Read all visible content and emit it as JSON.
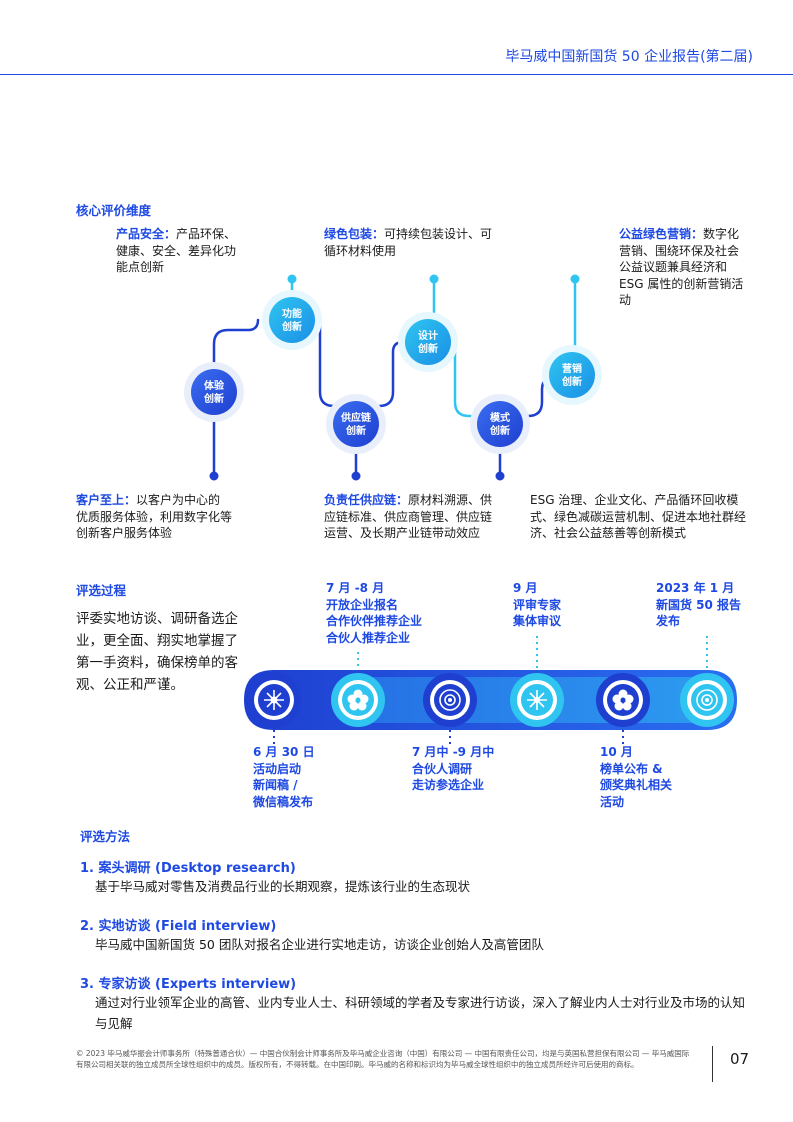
{
  "header": {
    "title": "毕马威中国新国货 50 企业报告(第二届)"
  },
  "core": {
    "title": "核心评价维度",
    "nodes": [
      {
        "line1": "体验",
        "line2": "创新"
      },
      {
        "line1": "功能",
        "line2": "创新"
      },
      {
        "line1": "供应链",
        "line2": "创新"
      },
      {
        "line1": "设计",
        "line2": "创新"
      },
      {
        "line1": "模式",
        "line2": "创新"
      },
      {
        "line1": "营销",
        "line2": "创新"
      }
    ],
    "desc": {
      "product": {
        "label": "产品安全：",
        "text": "产品环保、健康、安全、差异化功能点创新"
      },
      "green": {
        "label": "绿色包装：",
        "text": "可持续包装设计、可循环材料使用"
      },
      "marketing": {
        "label": "公益绿色营销：",
        "text": "数字化营销、围绕环保及社会公益议题兼具经济和 ESG 属性的创新营销活动"
      },
      "customer": {
        "label": "客户至上：",
        "text": "以客户为中心的优质服务体验，利用数字化等创新客户服务体验"
      },
      "supply": {
        "label": "负责任供应链：",
        "text": "原材料溯源、供应链标准、供应商管理、供应链运营、及长期产业链带动效应"
      },
      "esg": {
        "text": "ESG 治理、企业文化、产品循环回收模式、绿色减碳运营机制、促进本地社群经济、社会公益慈善等创新模式"
      }
    }
  },
  "process": {
    "title": "评选过程",
    "desc": "评委实地访谈、调研备选企业，更全面、翔实地掌握了第一手资料，确保榜单的客观、公正和严谨。",
    "top": [
      {
        "lines": [
          "7 月 -8 月",
          "开放企业报名",
          "合作伙伴推荐企业",
          "合伙人推荐企业"
        ]
      },
      {
        "lines": [
          "9 月",
          "评审专家",
          "集体审议"
        ]
      },
      {
        "lines": [
          "2023 年 1 月",
          "新国货 50 报告",
          "发布"
        ]
      }
    ],
    "bottom": [
      {
        "lines": [
          "6 月 30 日",
          "活动启动",
          "新闻稿 /",
          "微信稿发布"
        ]
      },
      {
        "lines": [
          "7 月中 -9 月中",
          "合伙人调研",
          "走访参选企业"
        ]
      },
      {
        "lines": [
          "10 月",
          "榜单公布 &",
          "颁奖典礼相关",
          "活动"
        ]
      }
    ]
  },
  "methods": {
    "title": "评选方法",
    "items": [
      {
        "title": "1. 案头调研 (Desktop research)",
        "desc": "基于毕马威对零售及消费品行业的长期观察，提炼该行业的生态现状"
      },
      {
        "title": "2. 实地访谈 (Field interview)",
        "desc": "毕马威中国新国货 50 团队对报名企业进行实地走访，访谈企业创始人及高管团队"
      },
      {
        "title": "3. 专家访谈 (Experts interview)",
        "desc": "通过对行业领军企业的高管、业内专业人士、科研领域的学者及专家进行访谈，深入了解业内人士对行业及市场的认知与见解"
      }
    ]
  },
  "footer": {
    "text": "© 2023 毕马威华振会计师事务所（特殊普通合伙）— 中国合伙制会计师事务所及毕马威企业咨询（中国）有限公司 — 中国有限责任公司，均是与英国私营担保有限公司 — 毕马威国际有限公司相关联的独立成员所全球性组织中的成员。版权所有，不得转载。在中国印刷。毕马威的名称和标识均为毕马威全球性组织中的独立成员所经许可后使用的商标。",
    "page": "07"
  },
  "colors": {
    "accent": "#1e49e2",
    "light": "#2fc5f0",
    "mid": "#1a8fe6"
  }
}
